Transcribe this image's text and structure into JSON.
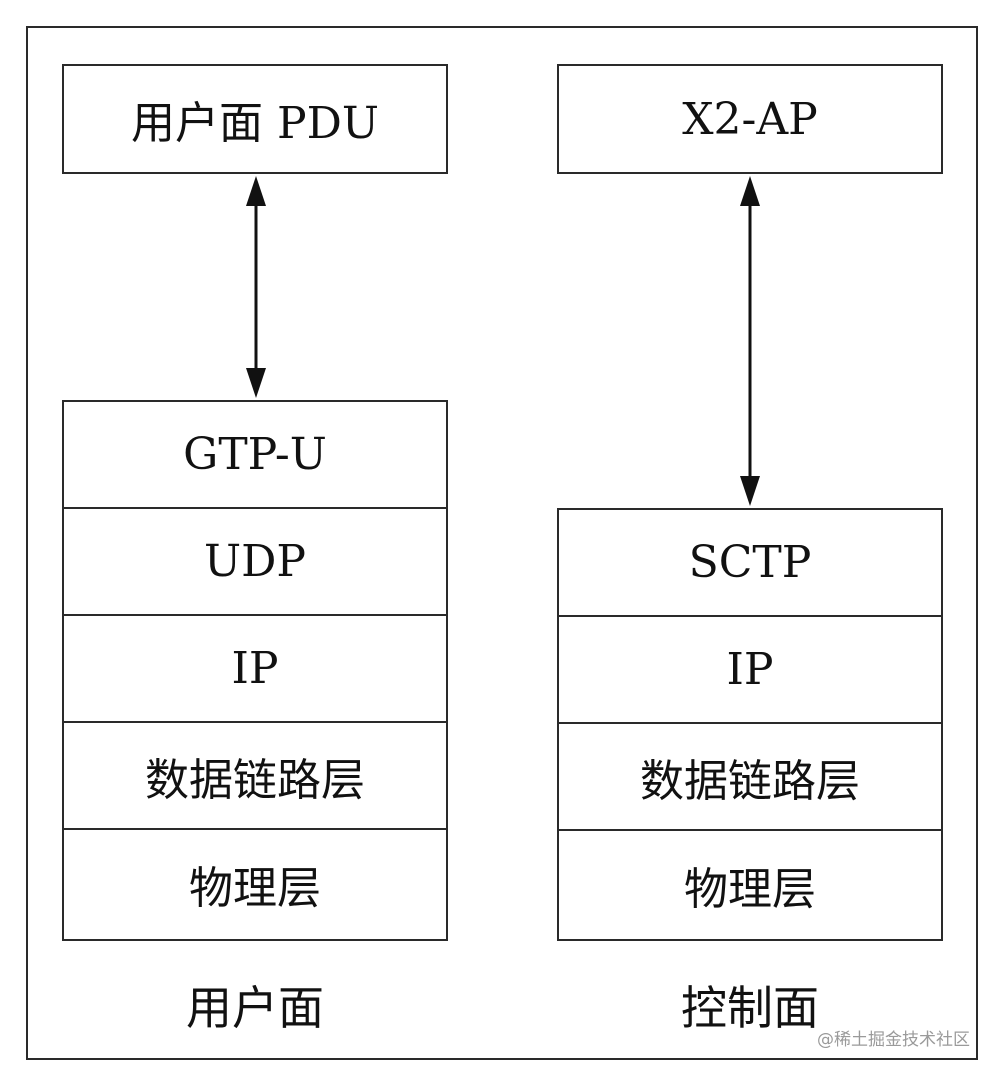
{
  "user_plane": {
    "top_box": "用户面 PDU",
    "layers": [
      "GTP-U",
      "UDP",
      "IP",
      "数据链路层",
      "物理层"
    ],
    "caption": "用户面"
  },
  "control_plane": {
    "top_box": "X2-AP",
    "layers": [
      "SCTP",
      "IP",
      "数据链路层",
      "物理层"
    ],
    "caption": "控制面"
  },
  "watermark": "@稀土掘金技术社区"
}
